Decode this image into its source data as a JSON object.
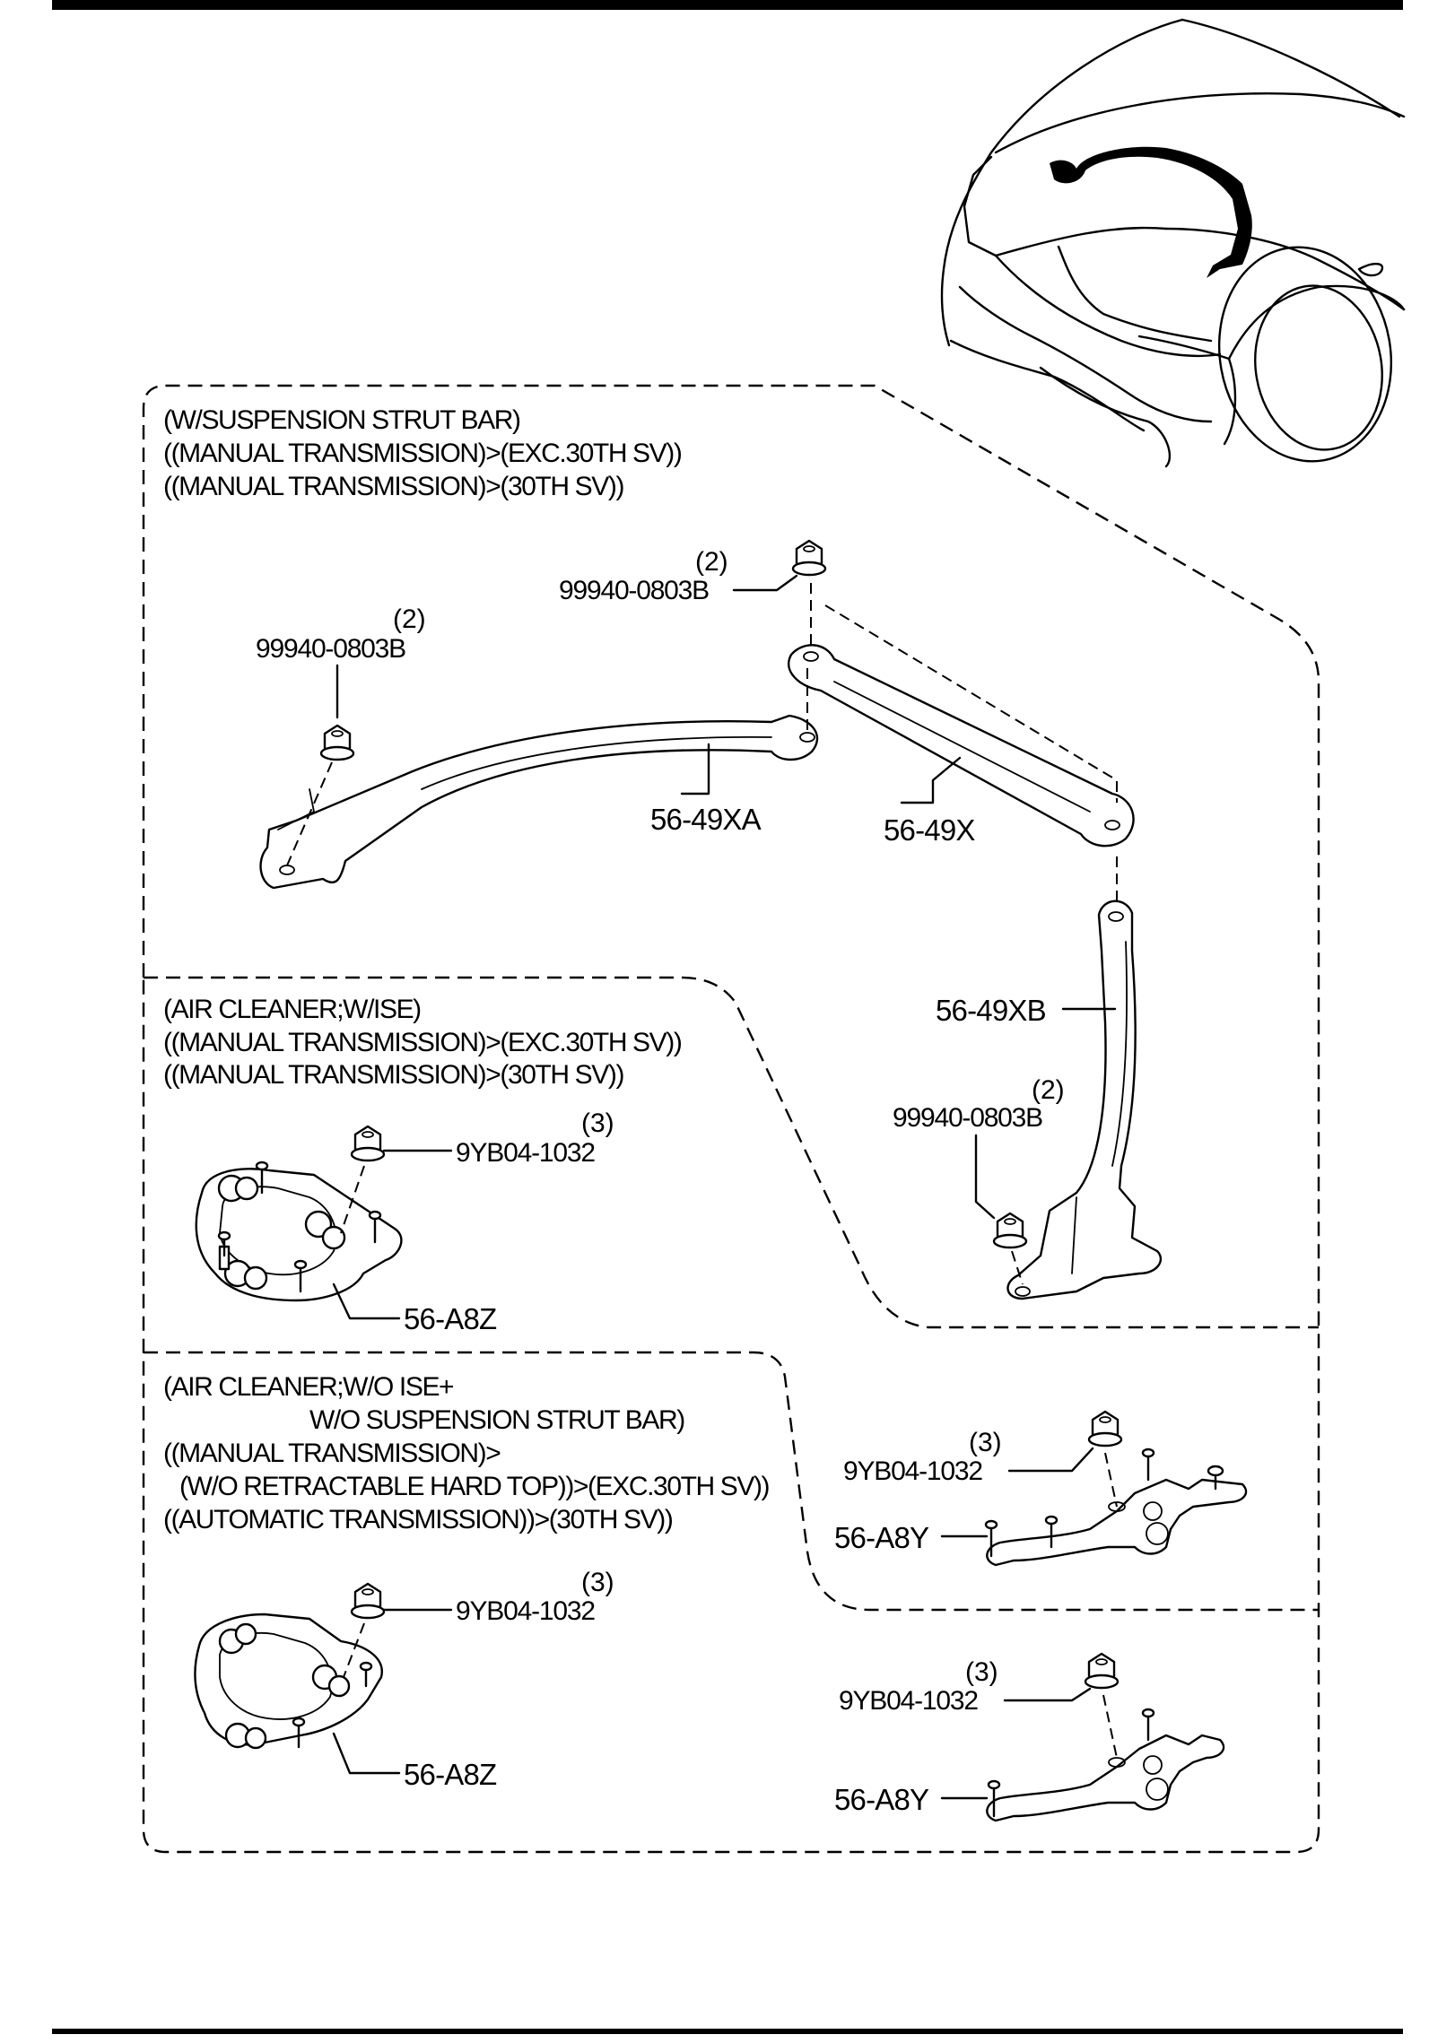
{
  "condition_groups": {
    "strut_bar": [
      "(W/SUSPENSION STRUT BAR)",
      "((MANUAL TRANSMISSION)>(EXC.30TH SV))",
      "((MANUAL TRANSMISSION)>(30TH SV))"
    ],
    "air_cleaner_ise": [
      "(AIR CLEANER;W/ISE)",
      "((MANUAL TRANSMISSION)>(EXC.30TH SV))",
      "((MANUAL TRANSMISSION)>(30TH SV))"
    ],
    "air_cleaner_wo_ise": [
      "(AIR CLEANER;W/O ISE+",
      "W/O SUSPENSION STRUT BAR)",
      "((MANUAL TRANSMISSION)>",
      "(W/O RETRACTABLE HARD TOP))>(EXC.30TH SV))",
      "((AUTOMATIC TRANSMISSION))>(30TH SV))"
    ]
  },
  "callouts": {
    "nut_right_upper": {
      "part": "99940-0803B",
      "qty": "(2)"
    },
    "nut_left": {
      "part": "99940-0803B",
      "qty": "(2)"
    },
    "bar_left": {
      "part": "56-49XA"
    },
    "bar_main": {
      "part": "56-49X"
    },
    "bar_right": {
      "part": "56-49XB"
    },
    "nut_right_lower": {
      "part": "99940-0803B",
      "qty": "(2)"
    },
    "ise_nut": {
      "part": "9YB04-1032",
      "qty": "(3)"
    },
    "ise_bracket": {
      "part": "56-A8Z"
    },
    "wo_ise_nut_right": {
      "part": "9YB04-1032",
      "qty": "(3)"
    },
    "wo_ise_bracket_right": {
      "part": "56-A8Y"
    },
    "wo_ise_nut_left": {
      "part": "9YB04-1032",
      "qty": "(3)"
    },
    "wo_ise_bracket_left": {
      "part": "56-A8Z"
    },
    "bottom_nut_right": {
      "part": "9YB04-1032",
      "qty": "(3)"
    },
    "bottom_bracket_right": {
      "part": "56-A8Y"
    }
  },
  "icons": [
    "car-front-locator-icon",
    "flange-nut-icon",
    "stud-icon",
    "bracket-icon"
  ]
}
